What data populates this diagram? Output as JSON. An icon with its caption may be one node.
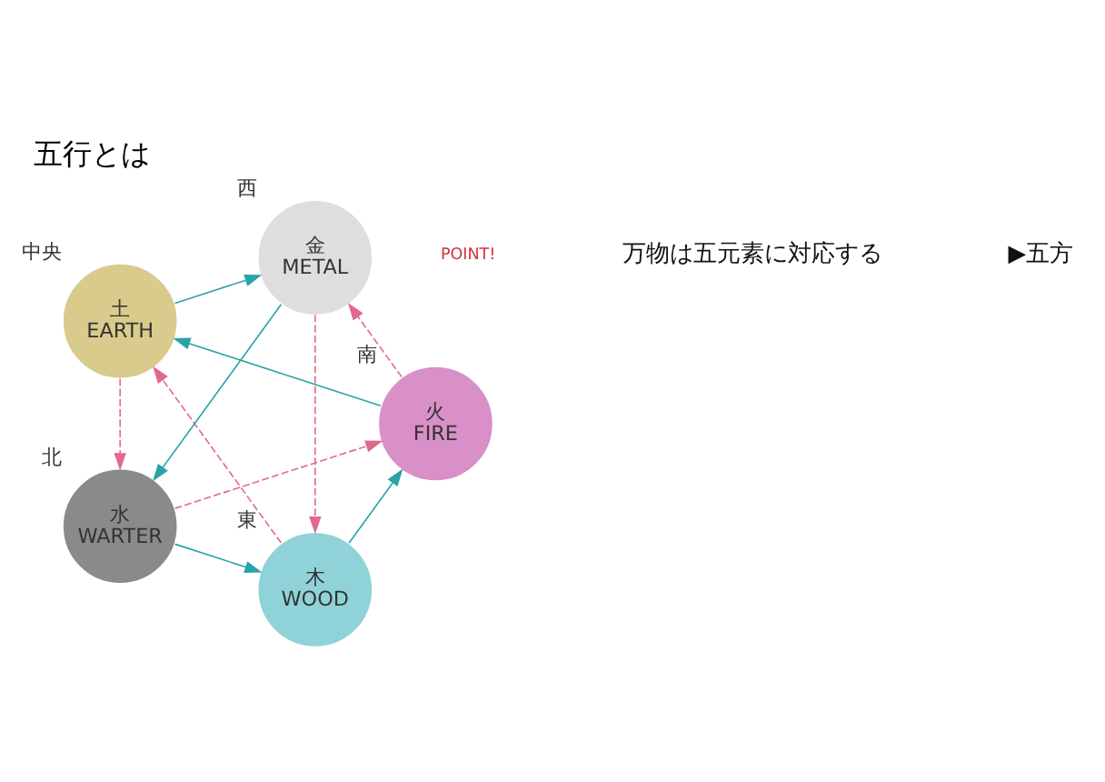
{
  "diagram": {
    "title": "五行とは",
    "nodes": [
      {
        "text": [
          "木",
          "WOOD"
        ],
        "beside": [
          "東"
        ]
      },
      {
        "text": [
          "火",
          "FIRE"
        ],
        "beside": [
          "南"
        ]
      },
      {
        "text": [
          "土",
          "EARTH"
        ],
        "beside": [
          "中央"
        ]
      },
      {
        "text": [
          "金",
          "METAL"
        ],
        "beside": [
          "西"
        ]
      },
      {
        "text": [
          "水",
          "WARTER"
        ],
        "beside": [
          "北"
        ]
      }
    ],
    "edges": [
      {
        "from": 0,
        "to": 1,
        "arrow": "to"
      },
      {
        "from": 1,
        "to": 2,
        "arrow": "to"
      },
      {
        "from": 2,
        "to": 3,
        "arrow": "to"
      },
      {
        "from": 3,
        "to": 4,
        "arrow": "to"
      },
      {
        "from": 4,
        "to": 0,
        "arrow": "to"
      },
      {
        "from": 0,
        "to": 2,
        "arrow": "to",
        "style": "dashed",
        "color": "#e06a8c"
      },
      {
        "from": 2,
        "to": 4,
        "arrow": "to",
        "style": "dashed",
        "color": "#e06a8c"
      },
      {
        "from": 4,
        "to": 1,
        "arrow": "to",
        "style": "dashed",
        "color": "#e06a8c"
      },
      {
        "from": 1,
        "to": 3,
        "arrow": "to",
        "style": "dashed",
        "color": "#e06a8c"
      },
      {
        "from": 3,
        "to": 0,
        "arrow": "to",
        "style": "dashed",
        "color": "#e06a8c"
      }
    ],
    "labels": [
      "POINT!",
      "万物は五元素に対応する",
      "▶五方"
    ]
  }
}
